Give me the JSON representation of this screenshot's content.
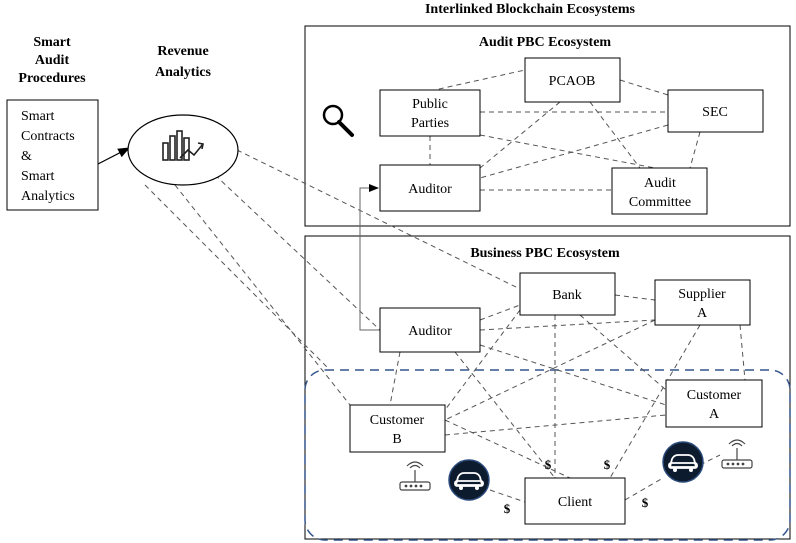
{
  "title": "Interlinked Blockchain Ecosystems",
  "smart_audit": {
    "heading": [
      "Smart",
      "Audit",
      "Procedures"
    ],
    "box_lines": [
      "Smart",
      "Contracts",
      "&",
      "Smart",
      "Analytics"
    ]
  },
  "revenue": {
    "heading": [
      "Revenue",
      "Analytics"
    ]
  },
  "audit_eco": {
    "heading": "Audit PBC Ecosystem",
    "nodes": {
      "public_parties": [
        "Public",
        "Parties"
      ],
      "pcaob": [
        "PCAOB"
      ],
      "sec": [
        "SEC"
      ],
      "auditor": [
        "Auditor"
      ],
      "audit_committee": [
        "Audit",
        "Committee"
      ]
    }
  },
  "business_eco": {
    "heading": "Business PBC Ecosystem",
    "nodes": {
      "bank": [
        "Bank"
      ],
      "supplier_a": [
        "Supplier",
        "A"
      ],
      "auditor": [
        "Auditor"
      ],
      "customer_b": [
        "Customer",
        "B"
      ],
      "customer_a": [
        "Customer",
        "A"
      ],
      "client": [
        "Client"
      ]
    },
    "dollar": "$"
  },
  "icons": {
    "search": "magnifier-icon",
    "chart": "bar-chart-trend-icon",
    "car": "car-icon",
    "router": "wireless-router-icon"
  }
}
